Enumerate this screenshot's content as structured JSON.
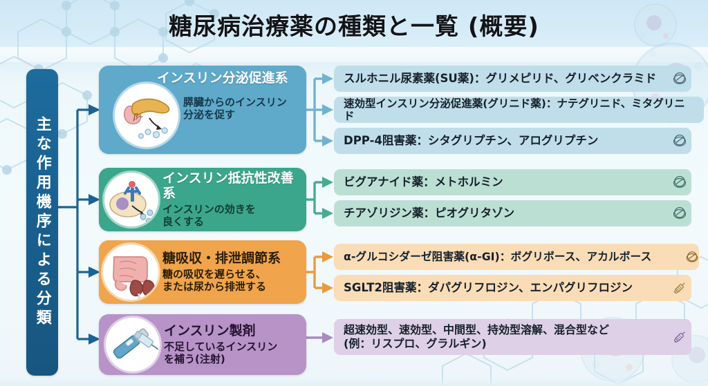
{
  "header": {
    "title": "糖尿病治療薬の種類と一覧 (概要)"
  },
  "sidebar": {
    "label": "主な作用機序による分類"
  },
  "colors": {
    "spine": "#1a6394",
    "group1": "#5fa9ca",
    "group2": "#3ba68c",
    "group3": "#f0a44b",
    "group4": "#b893c7",
    "row1": "#bfdeea",
    "row2": "#bcdfd4",
    "row3": "#fadcb6",
    "row4": "#ded0e6",
    "background": "#eaf4fa"
  },
  "groups": [
    {
      "title": "インスリン分泌促進系",
      "subtitle": "膵臓からのインスリン\n分泌を促す",
      "icon": "pancreas-icon",
      "rows": [
        {
          "text": "スルホニル尿素薬(SU薬)：グリメピリド、グリベンクラミド",
          "icon": "pill-icon"
        },
        {
          "text": "速効型インスリン分泌促進薬(グリニド薬)：ナテグリニド、ミタグリニド",
          "icon": "none"
        },
        {
          "text": "DPP-4阻害薬：シタグリプチン、アログリプチン",
          "icon": "pill-icon"
        }
      ]
    },
    {
      "title": "インスリン抵抗性改善系",
      "subtitle": "インスリンの効きを\n良くする",
      "icon": "cell-receptor-icon",
      "rows": [
        {
          "text": "ビグアナイド薬：メトホルミン",
          "icon": "pill-icon"
        },
        {
          "text": "チアゾリジン薬：ピオグリタゾン",
          "icon": "pill-icon"
        }
      ]
    },
    {
      "title": "糖吸収・排泄調節系",
      "subtitle": "糖の吸収を遅らせる、\nまたは尿から排泄する",
      "icon": "intestine-kidney-icon",
      "rows": [
        {
          "text": "α-グルコシダーゼ阻害薬(α-GI)：ボグリボース、アカルボース",
          "icon": "pill-icon"
        },
        {
          "text": "SGLT2阻害薬：ダパグリフロジン、エンパグリフロジン",
          "icon": "syringe-icon"
        }
      ]
    },
    {
      "title": "インスリン製剤",
      "subtitle": "不足しているインスリン\nを補う(注射)",
      "icon": "insulin-pen-icon",
      "rows": [
        {
          "text": "超速効型、速効型、中間型、持効型溶解、混合型など\n(例：リスプロ、グラルギン)",
          "icon": "syringe-icon"
        }
      ]
    }
  ]
}
